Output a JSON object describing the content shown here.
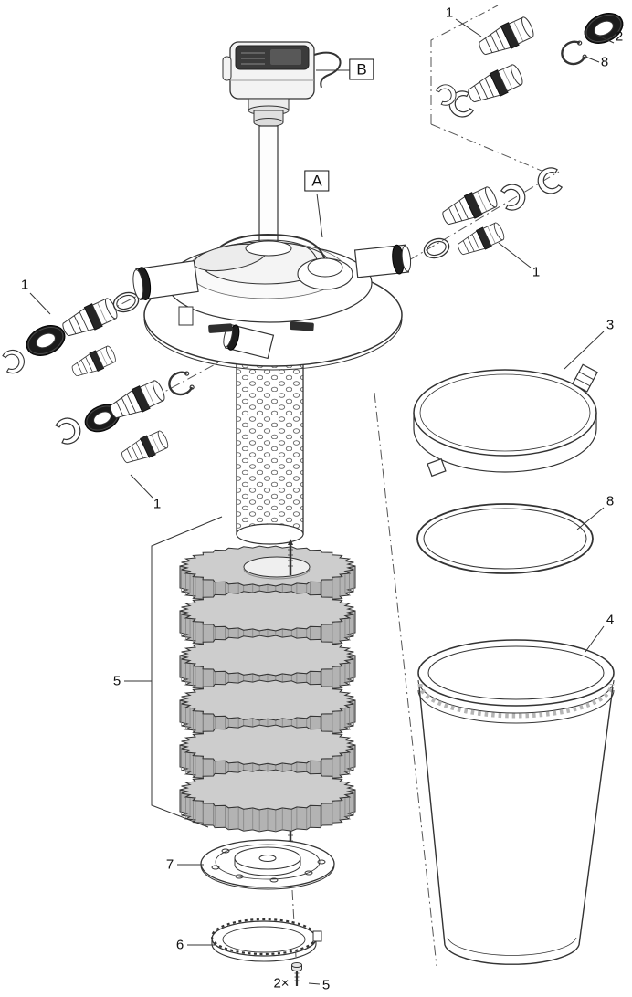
{
  "diagram": {
    "kind": "exploded-parts-diagram",
    "subject": "pressure-filter-with-cleaning-unit"
  },
  "callouts": {
    "a": "A",
    "b": "B"
  },
  "parts": {
    "fitting_group_top_right": "1",
    "cap_nut_top_right": "2",
    "circlip_top_right": "8",
    "fitting_group_right": "1",
    "fitting_group_left": "1",
    "fitting_group_lower_left": "1",
    "clamp_ring": "3",
    "o_ring_large": "8",
    "container": "4",
    "foam_stack": "5",
    "bottom_plate": "7",
    "retaining_ring": "6",
    "screw": "5",
    "screw_qty": "2×"
  }
}
